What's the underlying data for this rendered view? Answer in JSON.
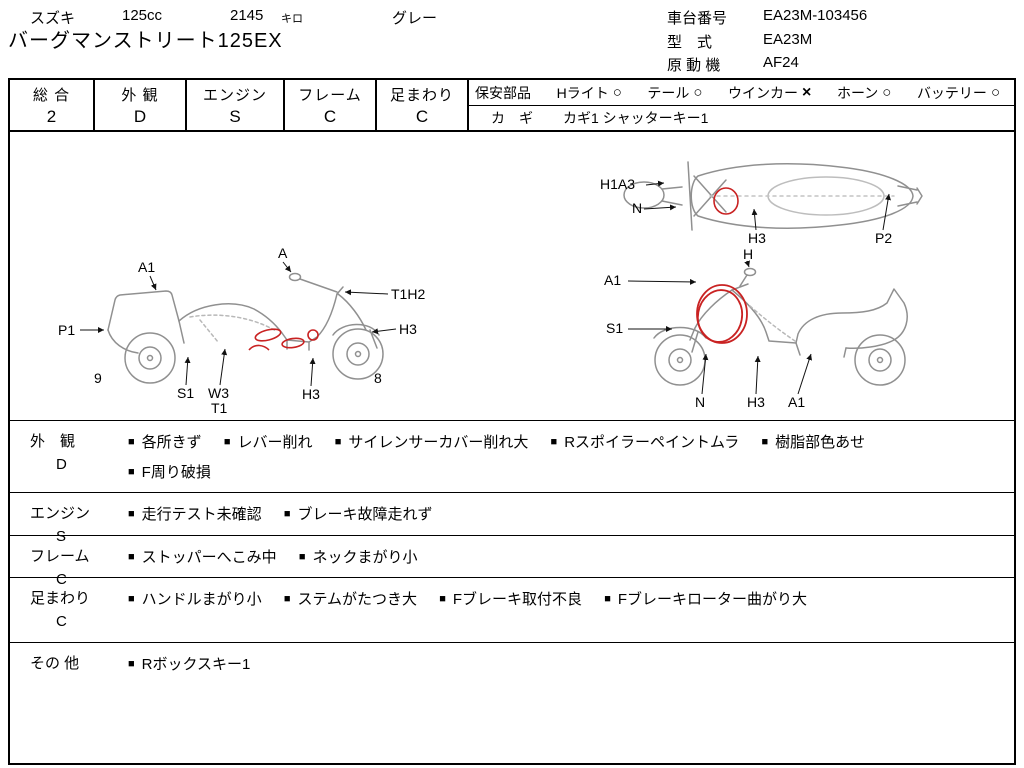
{
  "header": {
    "maker": "スズキ",
    "displacement": "125cc",
    "mileage": "2145",
    "mileage_unit": "キロ",
    "color": "グレー",
    "model_name": "バーグマンストリート125EX",
    "chassis_no_label": "車台番号",
    "chassis_no": "EA23M-103456",
    "model_code_label": "型　式",
    "model_code": "EA23M",
    "engine_code_label": "原 動 機",
    "engine_code": "AF24"
  },
  "grade_bar": {
    "overall_label": "総 合",
    "overall": "2",
    "exterior_label": "外 観",
    "exterior": "D",
    "engine_label": "エンジン",
    "engine": "S",
    "frame_label": "フレーム",
    "frame": "C",
    "undercarriage_label": "足まわり",
    "undercarriage": "C",
    "safety_label": "保安部品",
    "safety_items": [
      {
        "name": "Hライト",
        "mark": "○"
      },
      {
        "name": "テール",
        "mark": "○"
      },
      {
        "name": "ウインカー",
        "mark": "×"
      },
      {
        "name": "ホーン",
        "mark": "○"
      },
      {
        "name": "バッテリー",
        "mark": "○"
      }
    ],
    "key_label": "カ　ギ",
    "key_info": "カギ1 シャッターキー1"
  },
  "diagrams": {
    "left_side": {
      "labels": {
        "a1": "A1",
        "a": "A",
        "t1h2": "T1H2",
        "p1": "P1",
        "h3_front": "H3",
        "num9": "9",
        "s1": "S1",
        "w3": "W3",
        "t1": "T1",
        "h3_bottom": "H3",
        "num8": "8"
      }
    },
    "top_view": {
      "labels": {
        "h1a3": "H1A3",
        "n": "N",
        "h3": "H3",
        "p2": "P2"
      }
    },
    "right_side": {
      "labels": {
        "a1_top": "A1",
        "h": "H",
        "s1": "S1",
        "n": "N",
        "h3": "H3",
        "a1_rear": "A1"
      }
    }
  },
  "notes": {
    "bullet": "■",
    "rows": [
      {
        "label": "外　観",
        "grade": "D",
        "line1": [
          "各所きず",
          "レバー削れ",
          "サイレンサーカバー削れ大",
          "Rスポイラーペイントムラ",
          "樹脂部色あせ"
        ],
        "line2": [
          "F周り破損"
        ]
      },
      {
        "label": "エンジン",
        "grade": "S",
        "line1": [
          "走行テスト未確認",
          "ブレーキ故障走れず"
        ]
      },
      {
        "label": "フレーム",
        "grade": "C",
        "line1": [
          "ストッパーへこみ中",
          "ネックまがり小"
        ]
      },
      {
        "label": "足まわり",
        "grade": "C",
        "line1": [
          "ハンドルまがり小",
          "ステムがたつき大",
          "Fブレーキ取付不良",
          "Fブレーキローター曲がり大"
        ]
      },
      {
        "label": "その 他",
        "grade": "",
        "line1": [
          "Rボックスキー1"
        ]
      }
    ]
  },
  "colors": {
    "damage_mark": "#c92222",
    "outline": "#909090"
  }
}
